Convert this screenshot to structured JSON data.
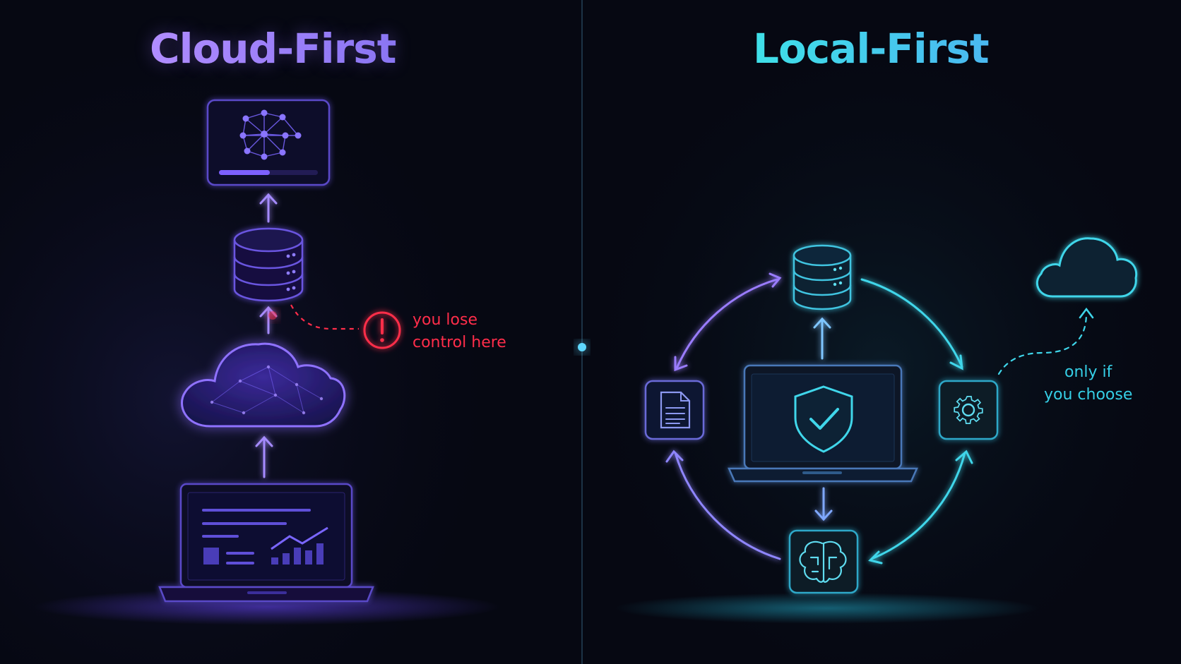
{
  "left_panel": {
    "title": "Cloud-First",
    "warning_note": {
      "line1": "you lose",
      "line2": "control here"
    },
    "icons": [
      "ai-model-icon",
      "database-icon",
      "cloud-icon",
      "laptop-dashboard-icon",
      "warning-icon"
    ]
  },
  "right_panel": {
    "title": "Local-First",
    "optional_note": {
      "line1": "only if",
      "line2": "you choose"
    },
    "icons": [
      "database-icon",
      "document-icon",
      "laptop-shield-icon",
      "gear-icon",
      "brain-icon",
      "cloud-icon"
    ]
  },
  "colors": {
    "background": "#060812",
    "cloud_first_accent": "#8f6cff",
    "local_first_accent": "#3fd2e8",
    "warning": "#ff2d4a"
  }
}
